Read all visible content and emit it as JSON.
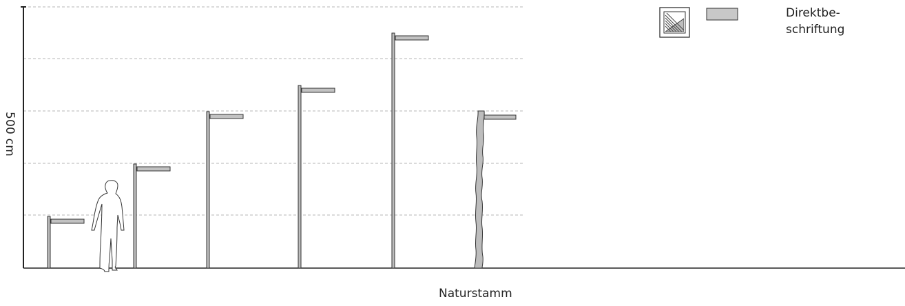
{
  "y_axis_label": "500 cm",
  "x_axis_label": "Naturstamm",
  "legend": {
    "icon": "image-placeholder-icon",
    "swatch_color": "#c8c8c8",
    "label_line1": "Direktbe-",
    "label_line2": "schriftung"
  },
  "colors": {
    "pole_fill": "#bdbdbd",
    "sign_fill": "#c2c2c2",
    "outline": "#333333",
    "grid": "#b0b0b0"
  }
}
